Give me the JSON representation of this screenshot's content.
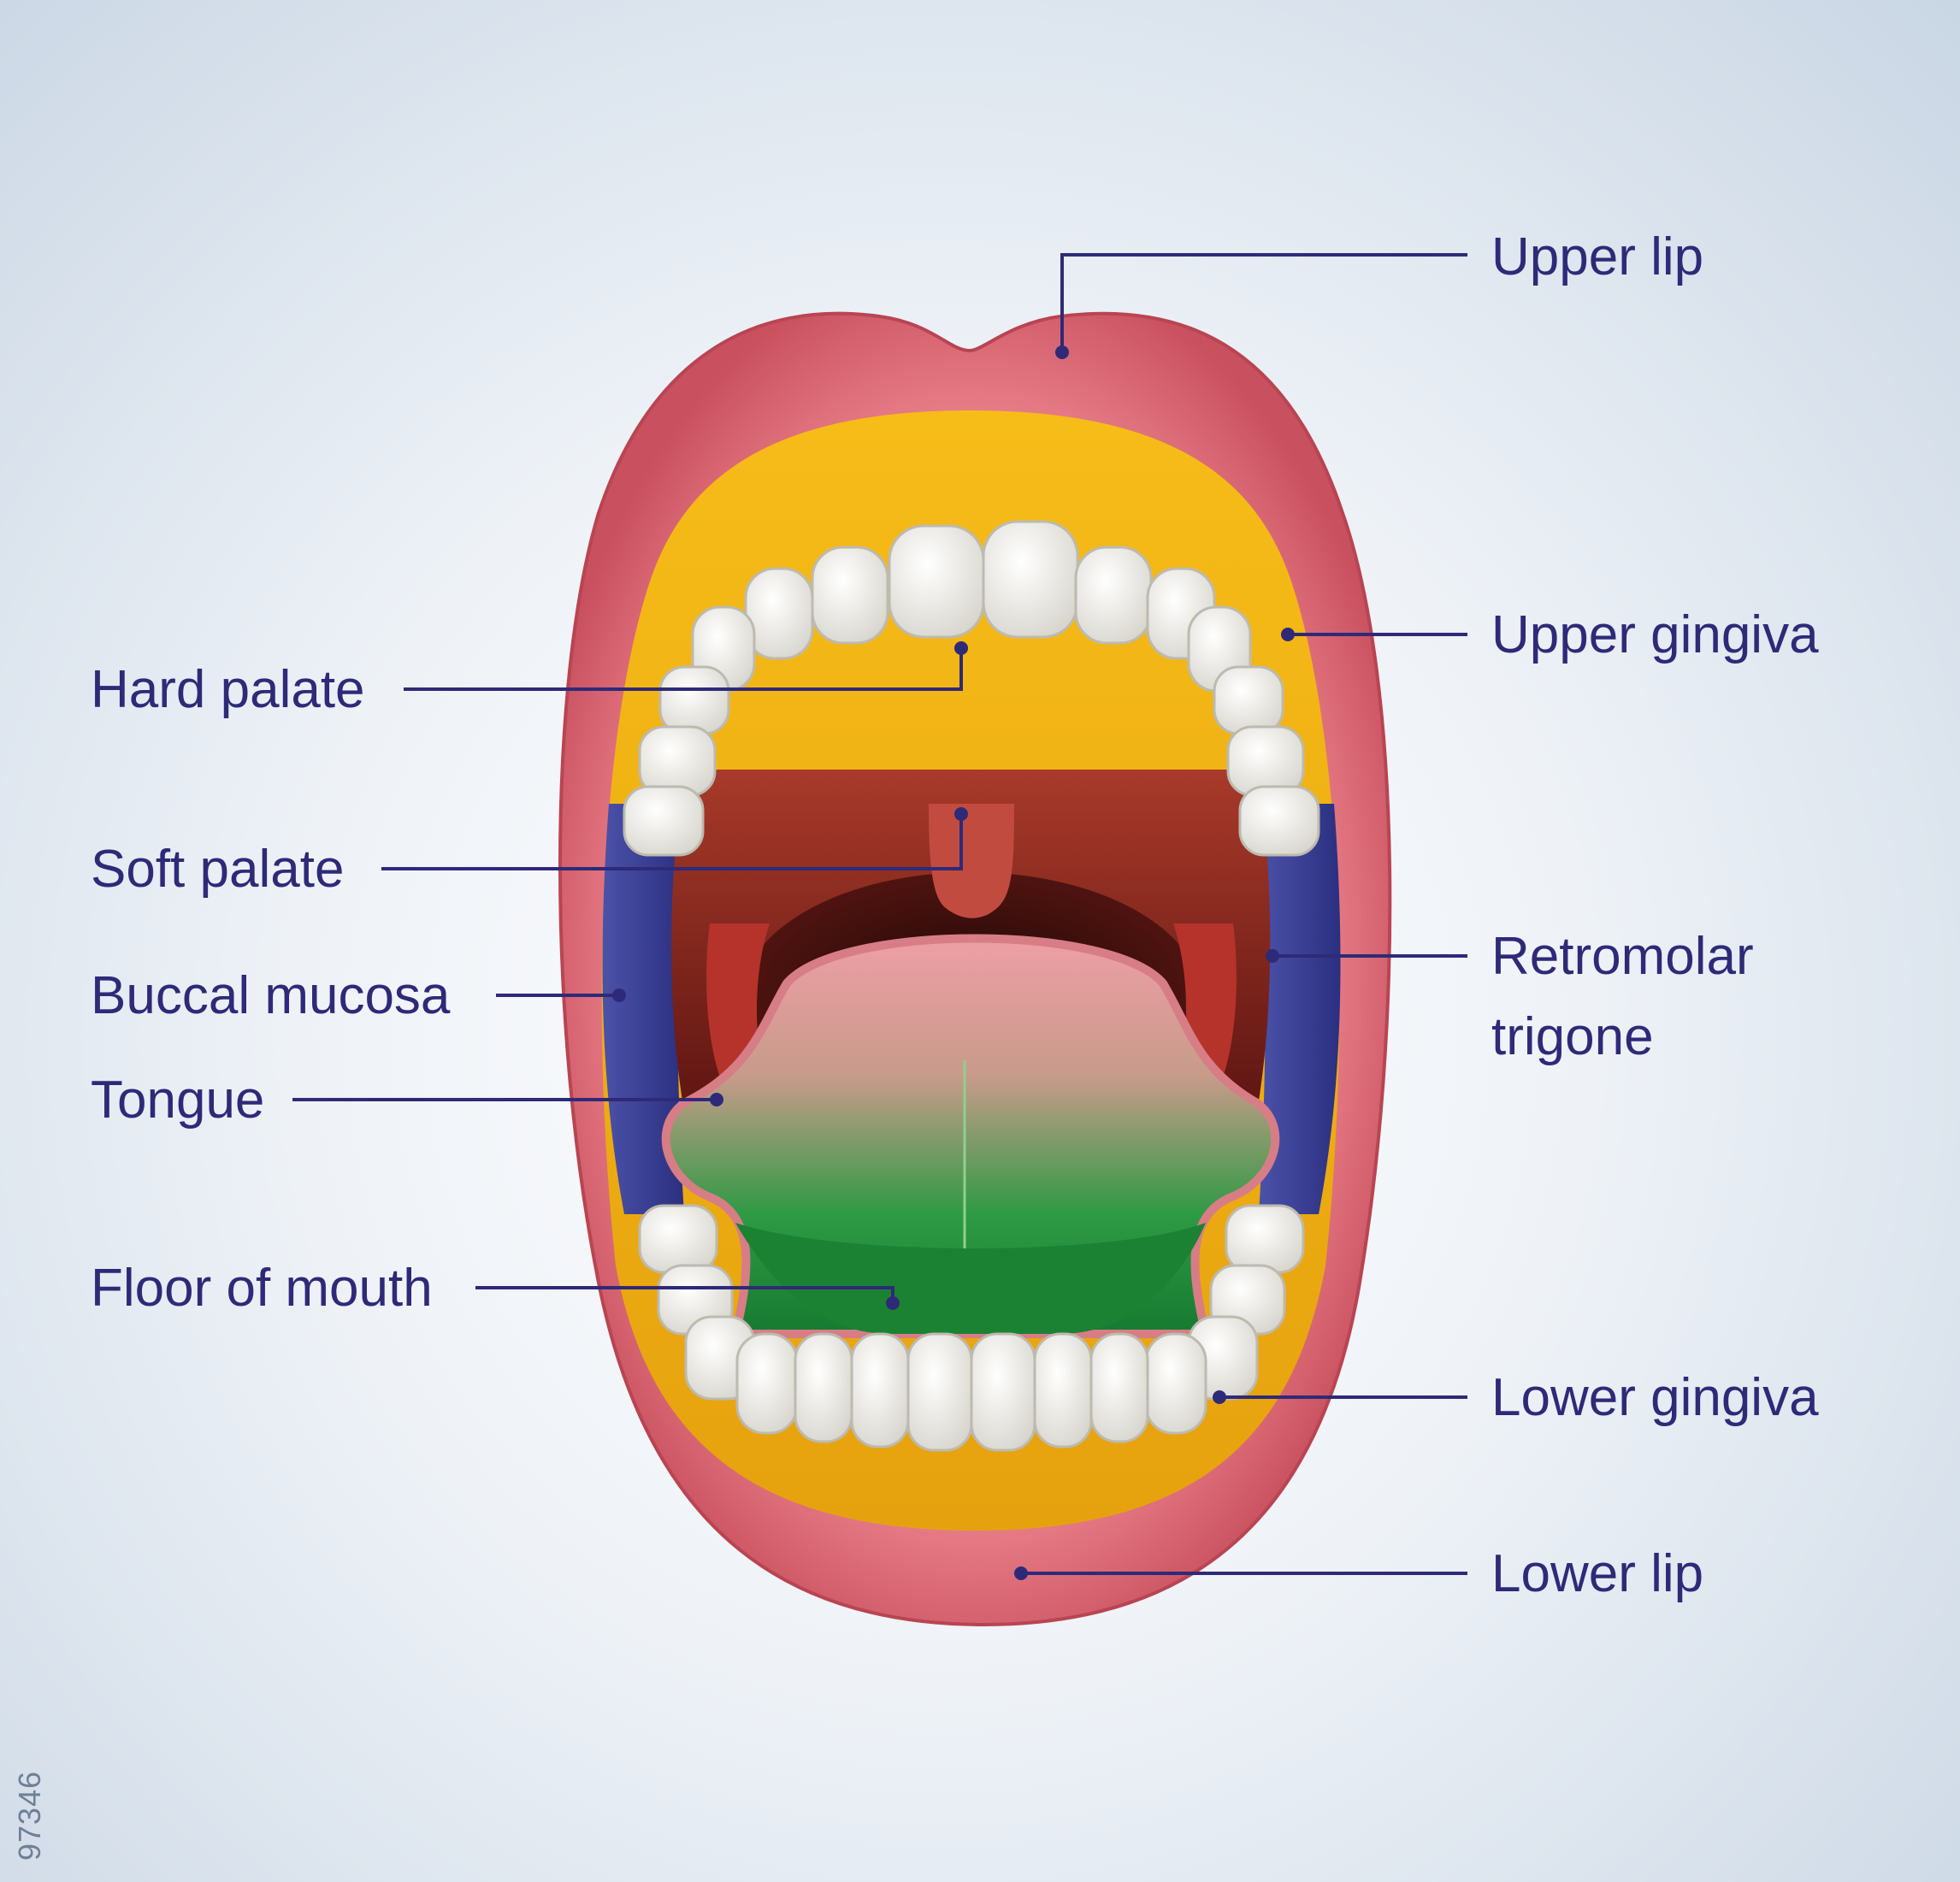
{
  "figure_id": "97346",
  "labels": {
    "upper_lip": "Upper lip",
    "upper_gingiva": "Upper gingiva",
    "retromolar_trigone": [
      "Retromolar",
      "trigone"
    ],
    "lower_gingiva": "Lower gingiva",
    "lower_lip": "Lower lip",
    "hard_palate": "Hard palate",
    "soft_palate": "Soft palate",
    "buccal_mucosa": "Buccal mucosa",
    "tongue": "Tongue",
    "floor_of_mouth": "Floor of mouth"
  },
  "colors": {
    "label_text": "#2e2a78",
    "leader_line": "#2e2a78",
    "lips": "#e36e7a",
    "gingiva": "#f4b814",
    "buccal_mucosa": "#3a3f97",
    "soft_palate": "#8e2d24",
    "tongue": "#e79aa0",
    "floor_of_mouth": "#1f8f3a",
    "teeth": "#f3f2ee"
  }
}
